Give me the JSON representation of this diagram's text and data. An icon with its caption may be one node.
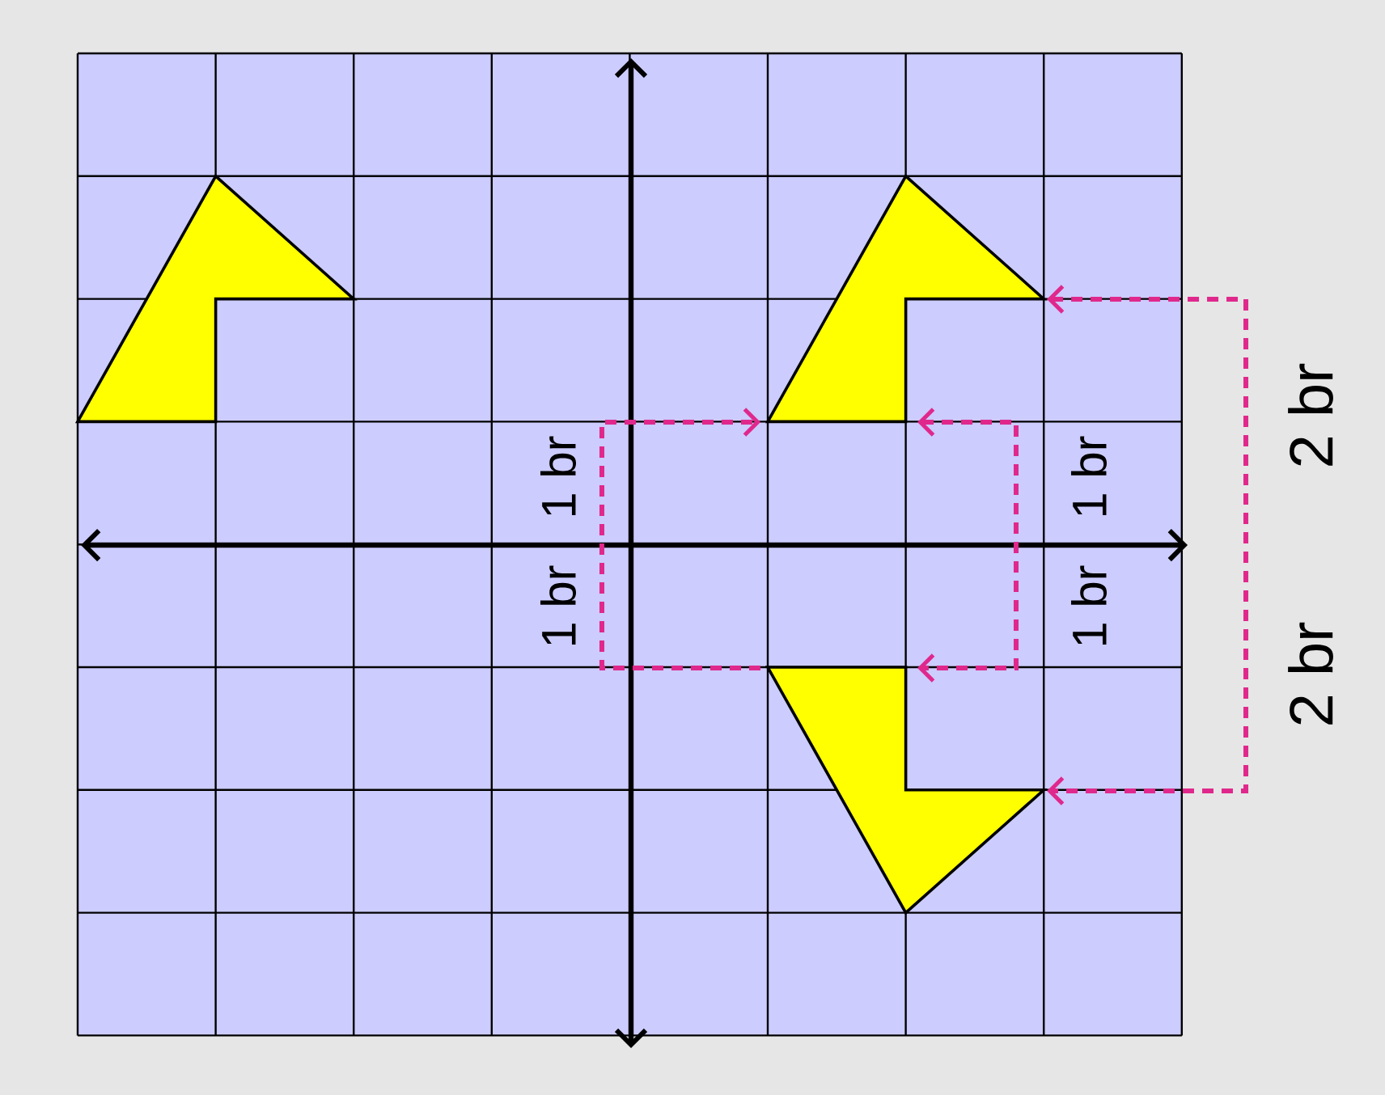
{
  "diagram": {
    "labels": [
      "1 br",
      "1 br",
      "1 br",
      "1 br",
      "2 br",
      "2 br"
    ]
  }
}
